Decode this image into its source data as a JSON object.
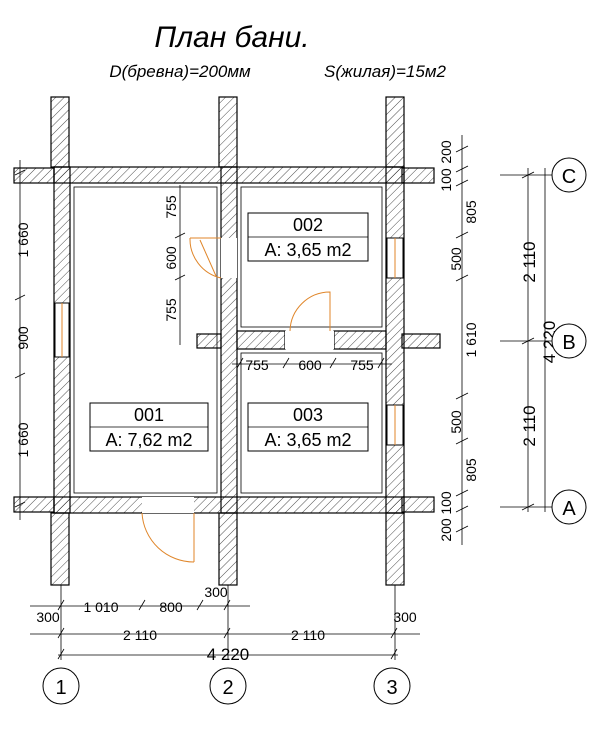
{
  "title": "План бани.",
  "subtitle": {
    "log": "D(бревна)=200мм",
    "area": "S(жилая)=15м2"
  },
  "rooms": [
    {
      "id": "001",
      "area": "A: 7,62 m2"
    },
    {
      "id": "002",
      "area": "A: 3,65 m2"
    },
    {
      "id": "003",
      "area": "A: 3,65 m2"
    }
  ],
  "axes": {
    "letters": [
      "C",
      "B",
      "A"
    ],
    "numbers": [
      "1",
      "2",
      "3"
    ]
  },
  "dims": {
    "left": [
      "1 660",
      "900",
      "1 660"
    ],
    "inner_left": [
      "755",
      "600",
      "755"
    ],
    "right_inner": [
      "200",
      "100",
      "805",
      "500",
      "1 610",
      "500",
      "805",
      "100",
      "200"
    ],
    "right_outer": [
      "2 110",
      "2 110"
    ],
    "right_total": "4 220",
    "middle": [
      "755",
      "600",
      "755"
    ],
    "bottom_row1": [
      "1 010",
      "800",
      "300"
    ],
    "bottom_300_left": "300",
    "bottom_300_right": "300",
    "bottom_row2": [
      "2 110",
      "2 110"
    ],
    "bottom_total": "4 220"
  },
  "colors": {
    "door": "#e0862a",
    "line": "#000000"
  }
}
